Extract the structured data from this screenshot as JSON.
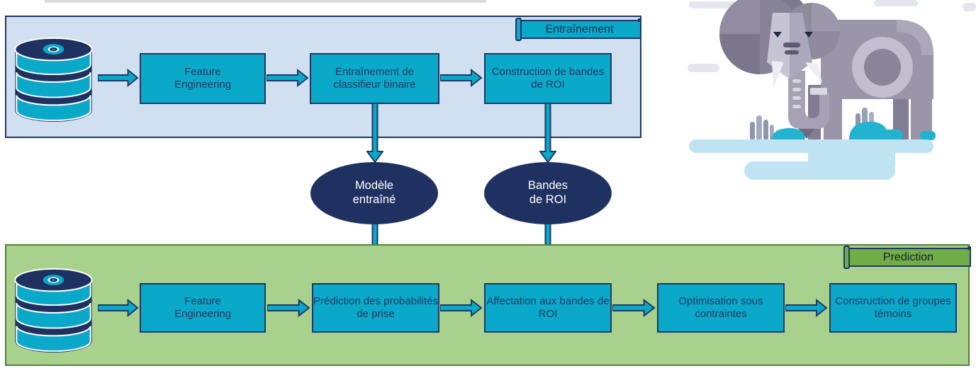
{
  "training_section": {
    "banner": "Entraînement",
    "boxes": [
      {
        "label": "Feature Engineering"
      },
      {
        "label": "Entraînement de classifieur binaire"
      },
      {
        "label": "Construction de bandes de ROI"
      }
    ]
  },
  "artifacts": [
    {
      "label": "Modèle entraîné"
    },
    {
      "label": "Bandes de ROI"
    }
  ],
  "prediction_section": {
    "banner": "Prediction",
    "boxes": [
      {
        "label": "Feature Engineering"
      },
      {
        "label": "Prédiction des probabilités de prise"
      },
      {
        "label": "Affectation aux bandes de ROI"
      },
      {
        "label": "Optimisation sous contraintes"
      },
      {
        "label": "Construction de groupes témoins"
      }
    ]
  },
  "icons": {
    "database": "database-icon",
    "elephant": "elephant-illustration"
  },
  "colors": {
    "teal": "#0BA9C9",
    "navy_border": "#1F3864",
    "ellipse_navy": "#1E3160",
    "training_bg": "#D0E0F1",
    "prediction_bg": "#A9D18E",
    "prediction_border": "#538135",
    "prediction_banner_green": "#70AD47",
    "text_navy": "#1F3864",
    "white_text": "#FFFFFF"
  }
}
